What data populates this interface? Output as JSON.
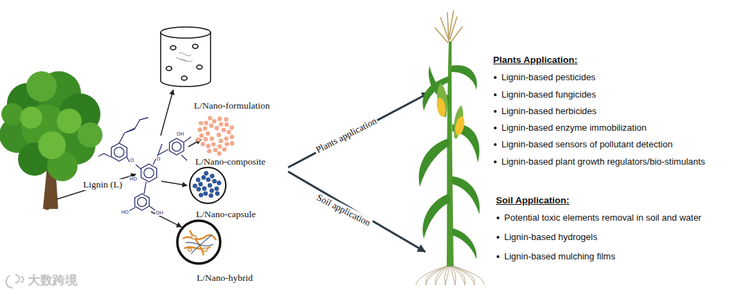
{
  "diagram": {
    "nodes": [
      {
        "text": [
          "L/Nano-formulation"
        ]
      },
      {
        "text": [
          "L/Nano-composite"
        ]
      },
      {
        "text": [
          "L/Nano-capsule"
        ]
      },
      {
        "text": [
          "L/Nano-hybrid"
        ]
      }
    ],
    "labels": [
      "Lignin (L)",
      "Plants application",
      "Soil application",
      "Plants Application:",
      "Lignin-based pesticides",
      "Lignin-based fungicides",
      "Lignin-based herbicides",
      "Lignin-based enzyme immobilization",
      "Lignin-based sensors of pollutant detection",
      "Lignin-based plant growth regulators/bio-stimulants",
      "Soil Application:",
      "Potential toxic elements removal in soil and water",
      "Lignin-based hydrogels",
      "Lignin-based mulching films",
      "HO",
      "OH",
      "O",
      "O",
      "HO",
      "OH",
      "大数跨境"
    ]
  }
}
